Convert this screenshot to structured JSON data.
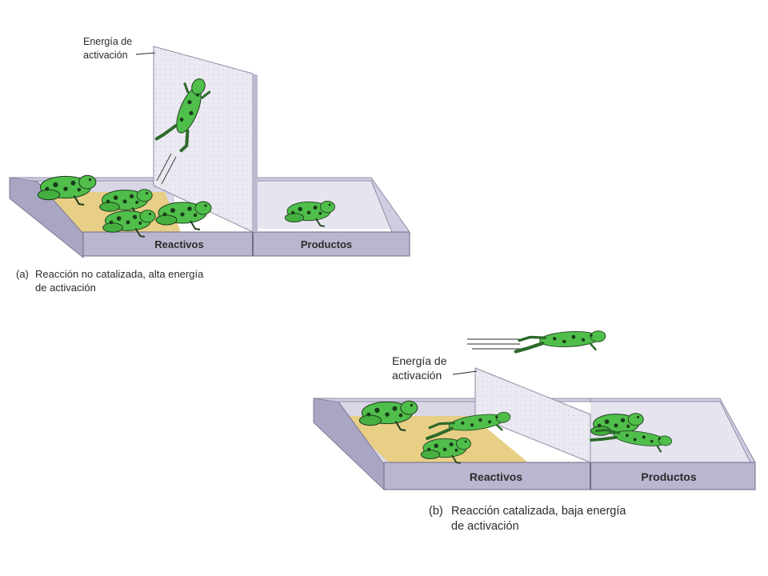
{
  "colors": {
    "tray_face": "#b9b6cf",
    "tray_inner_wall": "#e4e2ee",
    "floor_sand": "#e8cf86",
    "floor_shade": "#d9d7e6",
    "barrier": "#ebeaf2",
    "frog_green": "#4fbe4a",
    "frog_spots": "#1a3a1a"
  },
  "panel_a": {
    "activation_label_line1": "Energía de",
    "activation_label_line2": "activación",
    "reactants_label": "Reactivos",
    "products_label": "Productos",
    "caption_tag": "(a)",
    "caption_line1": "Reacción no catalizada, alta energía",
    "caption_line2": "de activación"
  },
  "panel_b": {
    "activation_label_line1": "Energía de",
    "activation_label_line2": "activación",
    "reactants_label": "Reactivos",
    "products_label": "Productos",
    "caption_tag": "(b)",
    "caption_line1": "Reacción catalizada, baja energía",
    "caption_line2": "de activación"
  }
}
